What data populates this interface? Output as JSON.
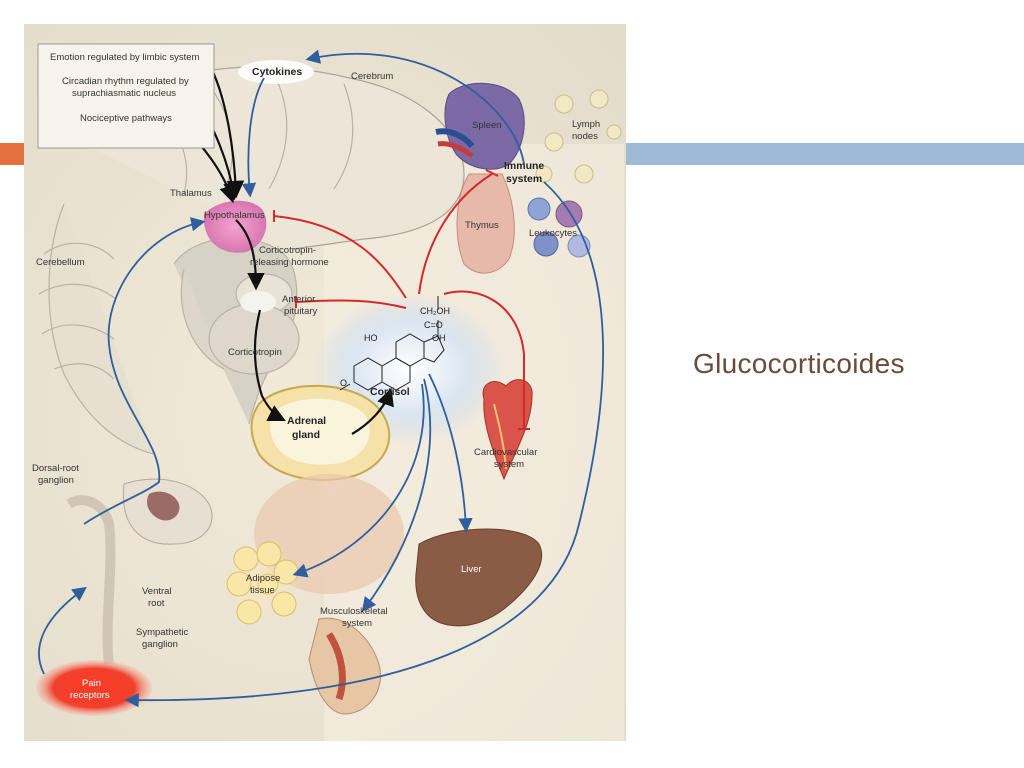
{
  "slide": {
    "title": "Glucocorticoides"
  },
  "colors": {
    "accent_left": "#e4703d",
    "accent_right": "#9dbad6",
    "title": "#6b4a3a",
    "inhibit": "#d42a2a",
    "stimulate": "#2f5f9e"
  },
  "figure": {
    "labels": {
      "emotion": "Emotion regulated by limbic system",
      "circadian_1": "Circadian rhythm regulated by",
      "circadian_2": "suprachiasmatic nucleus",
      "nociceptive": "Nociceptive pathways",
      "cytokines": "Cytokines",
      "cerebrum": "Cerebrum",
      "spleen": "Spleen",
      "lymph_1": "Lymph",
      "lymph_2": "nodes",
      "immune_1": "Immune",
      "immune_2": "system",
      "thalamus": "Thalamus",
      "hypothalamus": "Hypothalamus",
      "thymus": "Thymus",
      "leukocytes": "Leukocytes",
      "cerebellum": "Cerebellum",
      "crh_1": "Corticotropin-",
      "crh_2": "releasing hormone",
      "anterior_1": "Anterior",
      "anterior_2": "pituitary",
      "corticotropin": "Corticotropin",
      "ch2oh": "CH₂OH",
      "co": "C=O",
      "ho": "HO",
      "oh": "OH",
      "o": "O",
      "cortisol": "Cortisol",
      "adrenal_1": "Adrenal",
      "adrenal_2": "gland",
      "cardio_1": "Cardiovascular",
      "cardio_2": "system",
      "dorsal_1": "Dorsal-root",
      "dorsal_2": "ganglion",
      "ventral_1": "Ventral",
      "ventral_2": "root",
      "adipose_1": "Adipose",
      "adipose_2": "tissue",
      "liver": "Liver",
      "musculo_1": "Musculoskeletal",
      "musculo_2": "system",
      "sympathetic_1": "Sympathetic",
      "sympathetic_2": "ganglion",
      "pain_1": "Pain",
      "pain_2": "receptors"
    }
  }
}
